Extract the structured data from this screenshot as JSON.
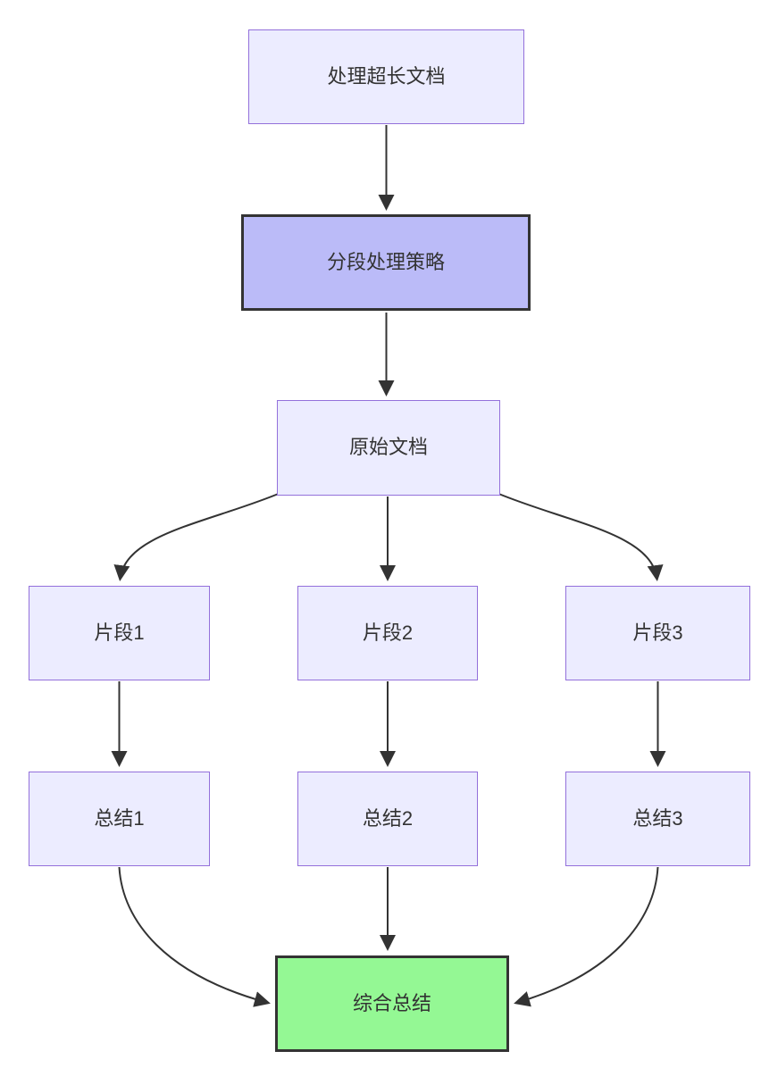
{
  "diagram": {
    "type": "flowchart",
    "direction": "top-down",
    "background_color": "#ffffff",
    "colors": {
      "node_fill": "#ECECFF",
      "node_border": "#9370DB",
      "strategy_node_fill": "#BBBBF8",
      "result_node_fill": "#94F894",
      "highlight_border": "#333333",
      "edge_color": "#333333",
      "text_color": "#333333"
    },
    "nodes": [
      {
        "id": "A",
        "label": "处理超长文档",
        "style": "default"
      },
      {
        "id": "B",
        "label": "分段处理策略",
        "style": "highlight-purple"
      },
      {
        "id": "C",
        "label": "原始文档",
        "style": "default"
      },
      {
        "id": "D1",
        "label": "片段1",
        "style": "default"
      },
      {
        "id": "D2",
        "label": "片段2",
        "style": "default"
      },
      {
        "id": "D3",
        "label": "片段3",
        "style": "default"
      },
      {
        "id": "E1",
        "label": "总结1",
        "style": "default"
      },
      {
        "id": "E2",
        "label": "总结2",
        "style": "default"
      },
      {
        "id": "E3",
        "label": "总结3",
        "style": "default"
      },
      {
        "id": "F",
        "label": "综合总结",
        "style": "highlight-green"
      }
    ],
    "edges": [
      {
        "from": "A",
        "to": "B"
      },
      {
        "from": "B",
        "to": "C"
      },
      {
        "from": "C",
        "to": "D1"
      },
      {
        "from": "C",
        "to": "D2"
      },
      {
        "from": "C",
        "to": "D3"
      },
      {
        "from": "D1",
        "to": "E1"
      },
      {
        "from": "D2",
        "to": "E2"
      },
      {
        "from": "D3",
        "to": "E3"
      },
      {
        "from": "E1",
        "to": "F"
      },
      {
        "from": "E2",
        "to": "F"
      },
      {
        "from": "E3",
        "to": "F"
      }
    ]
  }
}
